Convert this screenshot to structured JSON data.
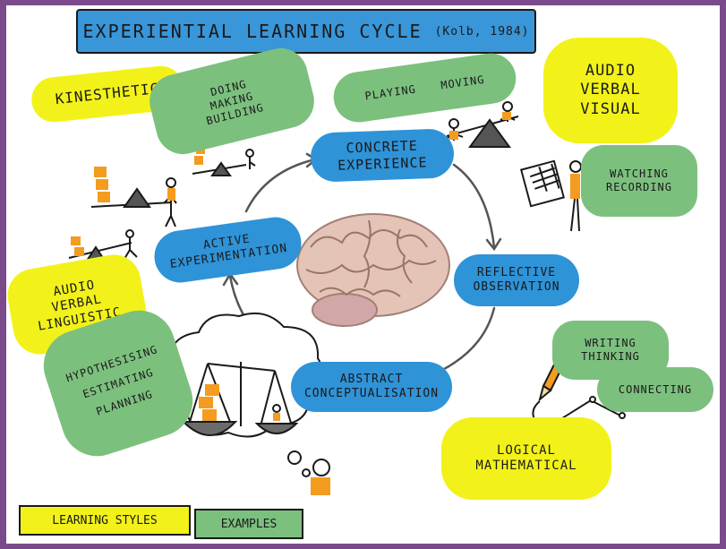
{
  "title": {
    "text": "Experiential Learning Cycle",
    "citation": "(Kolb, 1984)"
  },
  "stages": {
    "concrete": [
      "Concrete",
      "Experience"
    ],
    "reflective": [
      "Reflective",
      "Observation"
    ],
    "abstract": [
      "Abstract",
      "Conceptualisation"
    ],
    "active": [
      "Active",
      "Experimentation"
    ]
  },
  "styles": {
    "kinesthetic": "Kinesthetic",
    "audio_visual": [
      "Audio",
      "Verbal",
      "Visual"
    ],
    "audio_linguistic": [
      "Audio",
      "Verbal",
      "Linguistic"
    ],
    "logical": [
      "Logical",
      "Mathematical"
    ]
  },
  "examples": {
    "doing": [
      "Doing",
      "Making",
      "Building"
    ],
    "playing": [
      "Playing",
      "Moving"
    ],
    "watching": [
      "Watching",
      "Recording"
    ],
    "writing": [
      "Writing",
      "Thinking"
    ],
    "connecting": "Connecting",
    "hypothesising": [
      "Hypothesising",
      "Estimating",
      "Planning"
    ]
  },
  "legend": {
    "styles_label": "Learning Styles",
    "examples_label": "Examples"
  },
  "colors": {
    "style": "#f2f21a",
    "example": "#7cc07e",
    "stage": "#2f93d8",
    "frame": "#7b4a8c"
  },
  "icons": [
    "brain-icon",
    "seesaw-icon",
    "stick-figure-icon",
    "clipboard-icon",
    "pencil-icon",
    "balance-scale-icon",
    "thought-bubble-icon"
  ]
}
